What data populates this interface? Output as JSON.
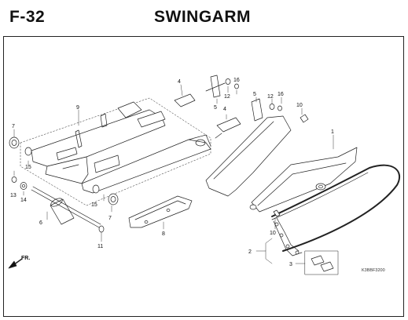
{
  "header": {
    "code": "F-32",
    "title": "SWINGARM"
  },
  "callouts": {
    "c1": "1",
    "c2": "2",
    "c3": "3",
    "c4a": "4",
    "c4b": "4",
    "c5a": "5",
    "c5b": "5",
    "c6": "6",
    "c7a": "7",
    "c7b": "7",
    "c8": "8",
    "c9": "9",
    "c10a": "10",
    "c10b": "10",
    "c11": "11",
    "c12a": "12",
    "c12b": "12",
    "c13": "13",
    "c14": "14",
    "c15a": "15",
    "c15b": "15",
    "c16a": "16",
    "c16b": "16"
  },
  "direction_mark": "FR.",
  "diagram_ref": "K3BBF3200",
  "colors": {
    "line": "#222222",
    "part_fill": "#ffffff",
    "shade": "#cfcfcf"
  }
}
